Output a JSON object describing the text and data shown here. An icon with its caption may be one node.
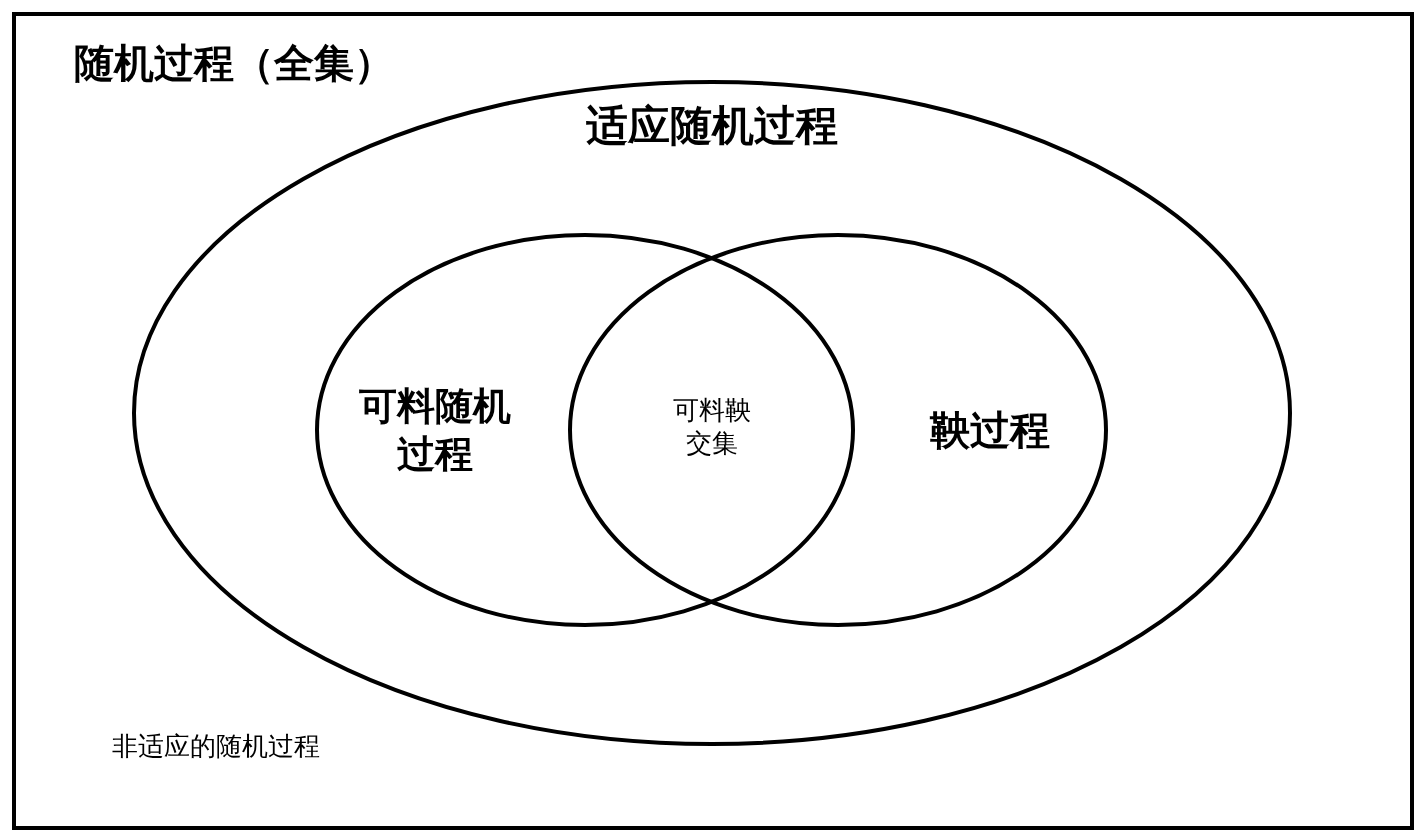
{
  "diagram": {
    "nodes": [
      {
        "text": [
          "随机过程（全集）",
          "非适应的随机过程"
        ]
      },
      {
        "text": [
          "适应随机过程"
        ],
        "in": 0
      },
      {
        "text": [
          "可料随机过程"
        ],
        "in": 1
      },
      {
        "text": [
          "鞅过程"
        ],
        "in": 1
      }
    ],
    "labels": [
      "可料鞅交集"
    ]
  }
}
